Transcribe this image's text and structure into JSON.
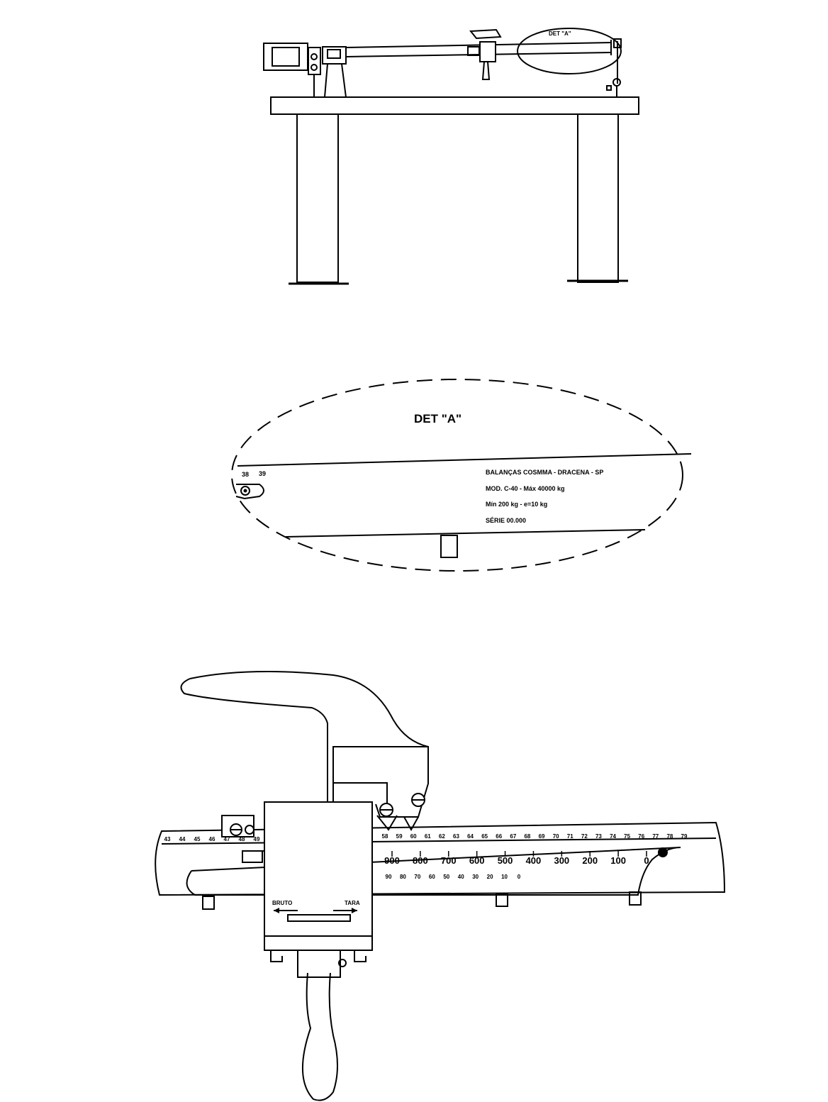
{
  "overview": {
    "callout_label": "DET \"A\""
  },
  "detail_a": {
    "title": "DET \"A\"",
    "scale_start": [
      "38",
      "39"
    ],
    "nameplate": [
      "BALANÇAS COSMMA - DRACENA - SP",
      "MOD. C-40 - Máx 40000 kg",
      "Mín 200 kg   -   e=10 kg",
      "SÉRIE 00.000"
    ]
  },
  "beam_detail": {
    "upper_scale_left": [
      "43",
      "44",
      "45",
      "46",
      "47",
      "48",
      "49"
    ],
    "upper_scale_right": [
      "58",
      "59",
      "60",
      "61",
      "62",
      "63",
      "64",
      "65",
      "66",
      "67",
      "68",
      "69",
      "70",
      "71",
      "72",
      "73",
      "74",
      "75",
      "76",
      "77",
      "78",
      "79"
    ],
    "middle_scale": [
      "900",
      "800",
      "700",
      "600",
      "500",
      "400",
      "300",
      "200",
      "100",
      "0"
    ],
    "lower_scale": [
      "90",
      "80",
      "70",
      "60",
      "50",
      "40",
      "30",
      "20",
      "10",
      "0"
    ],
    "bruto_label": "BRUTO",
    "tara_label": "TARA"
  }
}
